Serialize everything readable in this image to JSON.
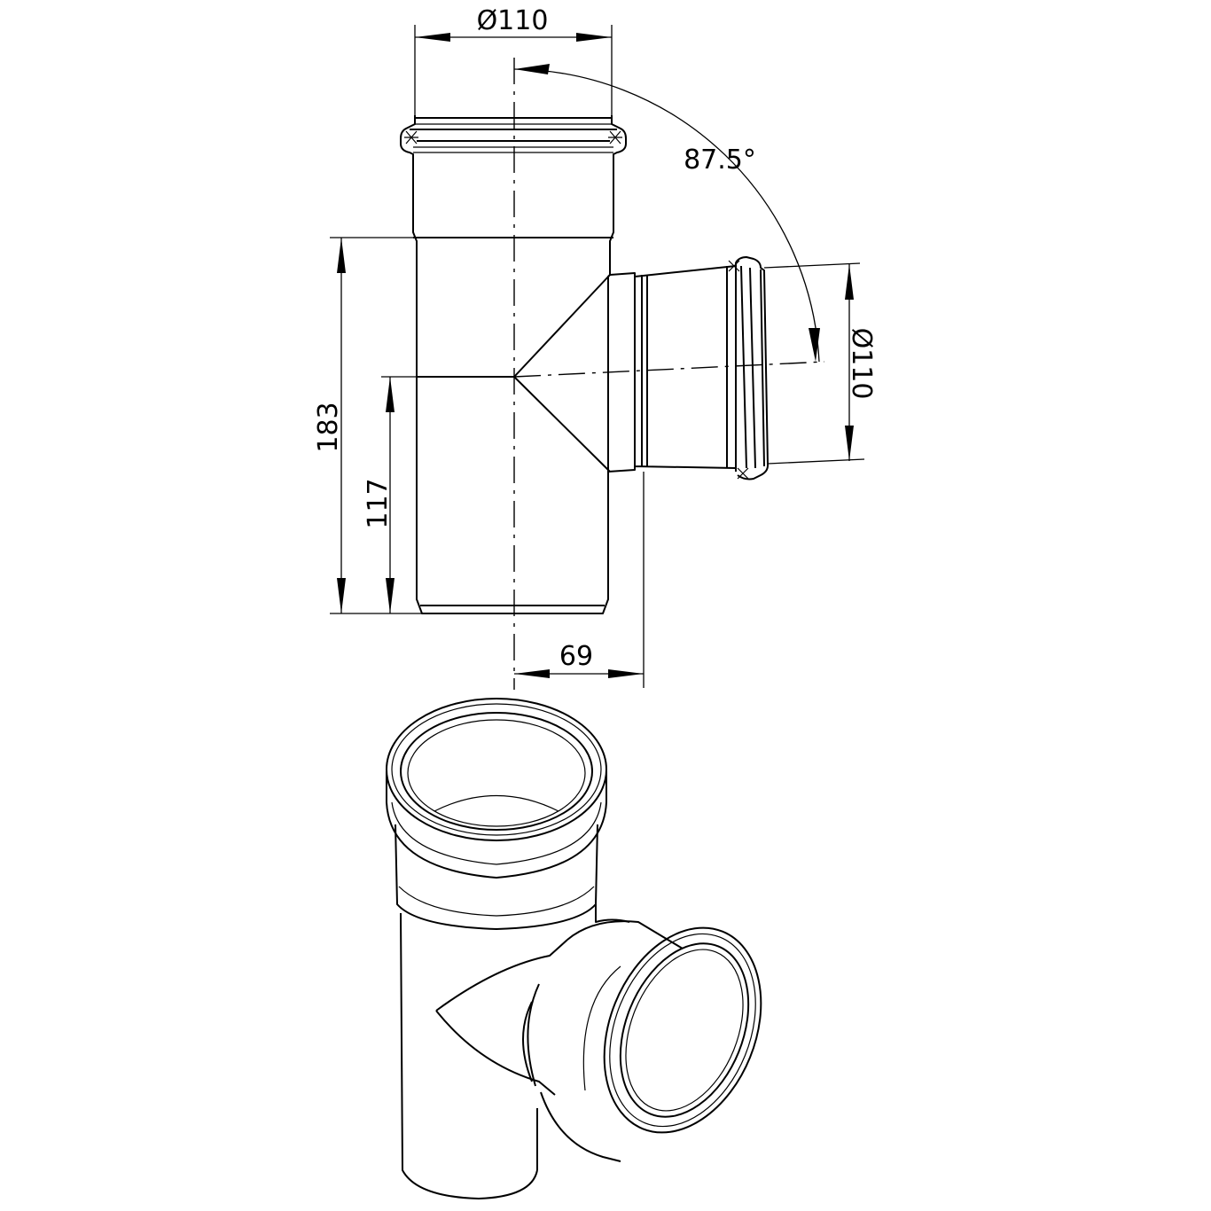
{
  "drawing": {
    "title": "Pipe tee fitting 87.5° technical drawing",
    "dimensions": {
      "top_diameter": "Ø110",
      "branch_diameter": "Ø110",
      "angle": "87.5°",
      "total_height": "183",
      "branch_height": "117",
      "branch_offset": "69"
    },
    "colors": {
      "line": "#000000",
      "background": "#ffffff"
    }
  }
}
